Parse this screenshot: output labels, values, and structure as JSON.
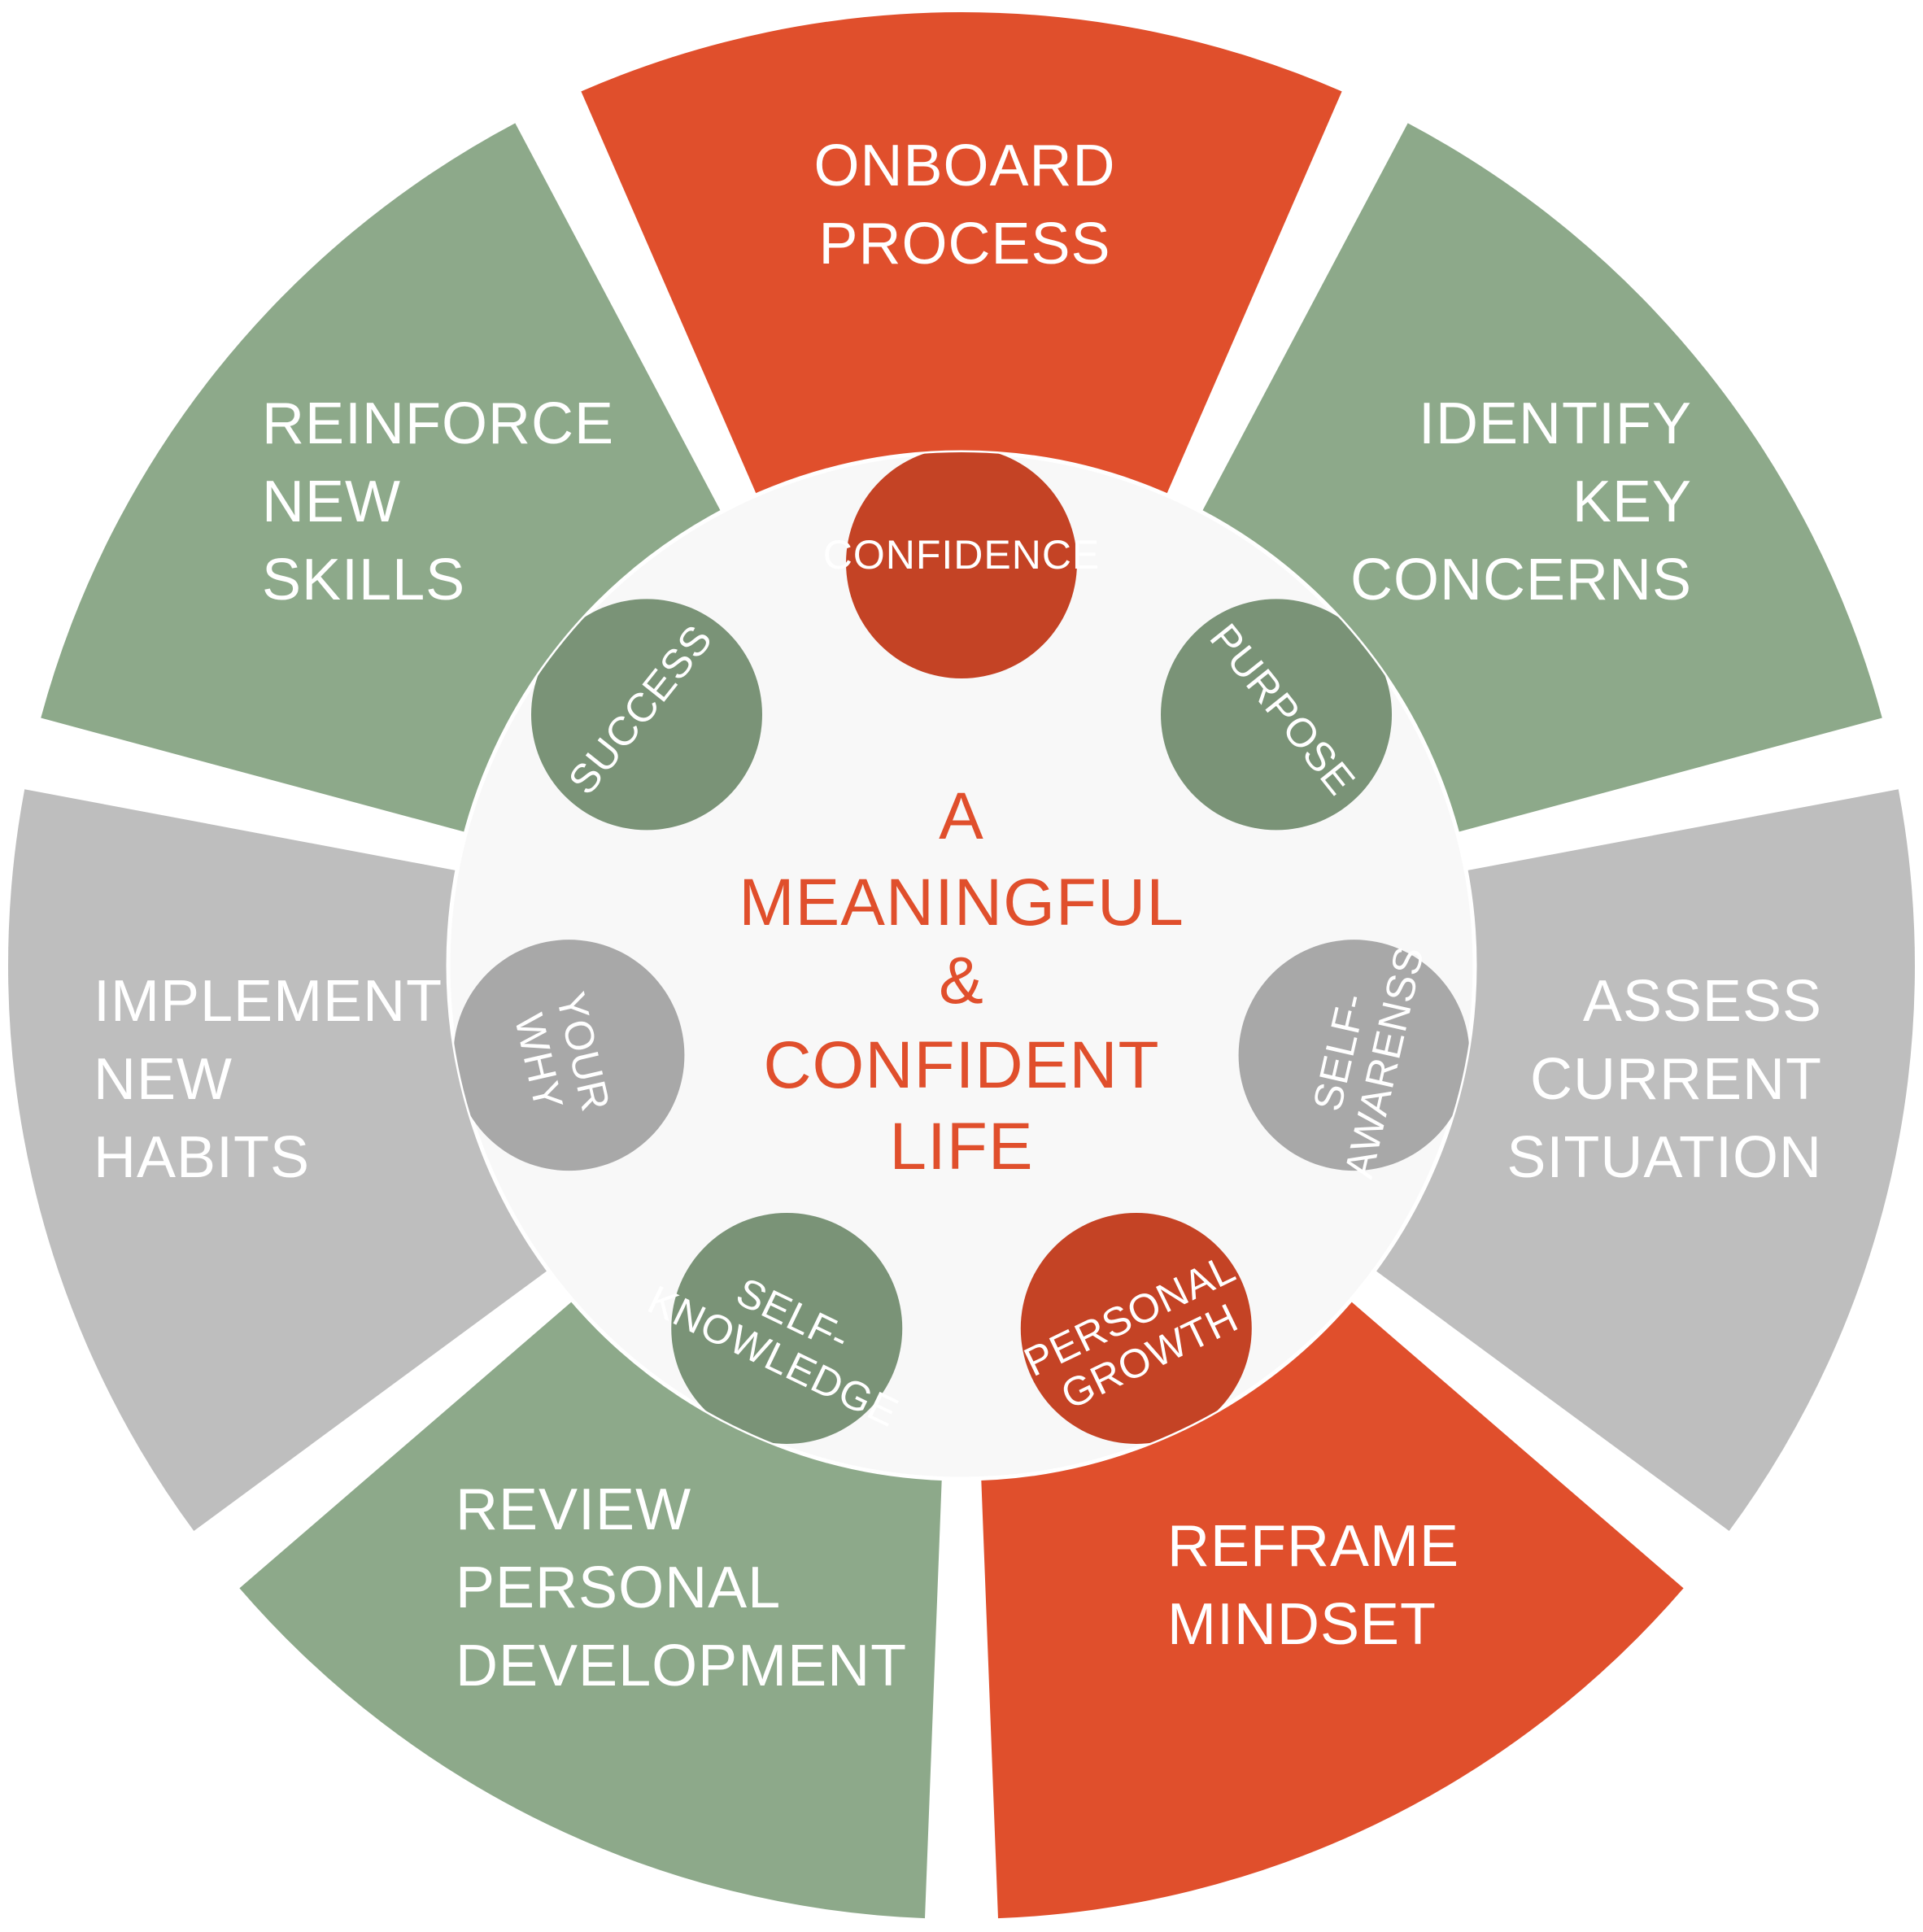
{
  "center": {
    "lines": [
      "A",
      "MEANINGFUL",
      "&",
      "CONFIDENT",
      "LIFE"
    ],
    "color": "#E04F2C"
  },
  "colors": {
    "orange": "#E04F2C",
    "green": "#8DA98A",
    "grey": "#BEBEBE",
    "orange_dark": "#C44325",
    "green_dark": "#7A9377",
    "grey_dark": "#A8A8A8",
    "hub": "#F8F8F8",
    "gap": "#FFFFFF"
  },
  "segments": [
    {
      "id": "onboard",
      "lines": [
        "ONBOARD",
        "PROCESS"
      ],
      "color": "orange",
      "align": "middle"
    },
    {
      "id": "identify",
      "lines": [
        "IDENTIFY",
        "KEY",
        "CONCERNS"
      ],
      "color": "green",
      "align": "end"
    },
    {
      "id": "assess",
      "lines": [
        "ASSESS",
        "CURRENT",
        "SITUATION"
      ],
      "color": "grey",
      "align": "end"
    },
    {
      "id": "reframe",
      "lines": [
        "REFRAME",
        "MINDSET"
      ],
      "color": "orange",
      "align": "start"
    },
    {
      "id": "review",
      "lines": [
        "REVIEW",
        "PERSONAL",
        "DEVELOPMENT"
      ],
      "color": "green",
      "align": "start"
    },
    {
      "id": "implement",
      "lines": [
        "IMPLEMENT",
        "NEW",
        "HABITS"
      ],
      "color": "grey",
      "align": "start"
    },
    {
      "id": "reinforce",
      "lines": [
        "REINFORCE",
        "NEW",
        "SKILLS"
      ],
      "color": "green",
      "align": "start"
    }
  ],
  "inner": [
    {
      "id": "confidence",
      "lines": [
        "CONFIDENCE"
      ],
      "color": "orange_dark"
    },
    {
      "id": "purpose",
      "lines": [
        "PURPOSE"
      ],
      "color": "green_dark"
    },
    {
      "id": "self-awareness",
      "lines": [
        "SELF-",
        "AWARENSS"
      ],
      "color": "grey_dark"
    },
    {
      "id": "personal-growth",
      "lines": [
        "PERSONAL",
        "GROWTH"
      ],
      "color": "orange_dark"
    },
    {
      "id": "self-knowledge",
      "lines": [
        "SELF-",
        "KNOWLEDGE"
      ],
      "color": "green_dark"
    },
    {
      "id": "your-why",
      "lines": [
        "YOUR",
        "WHY"
      ],
      "color": "grey_dark"
    },
    {
      "id": "success",
      "lines": [
        "SUCCESS"
      ],
      "color": "green_dark"
    }
  ]
}
